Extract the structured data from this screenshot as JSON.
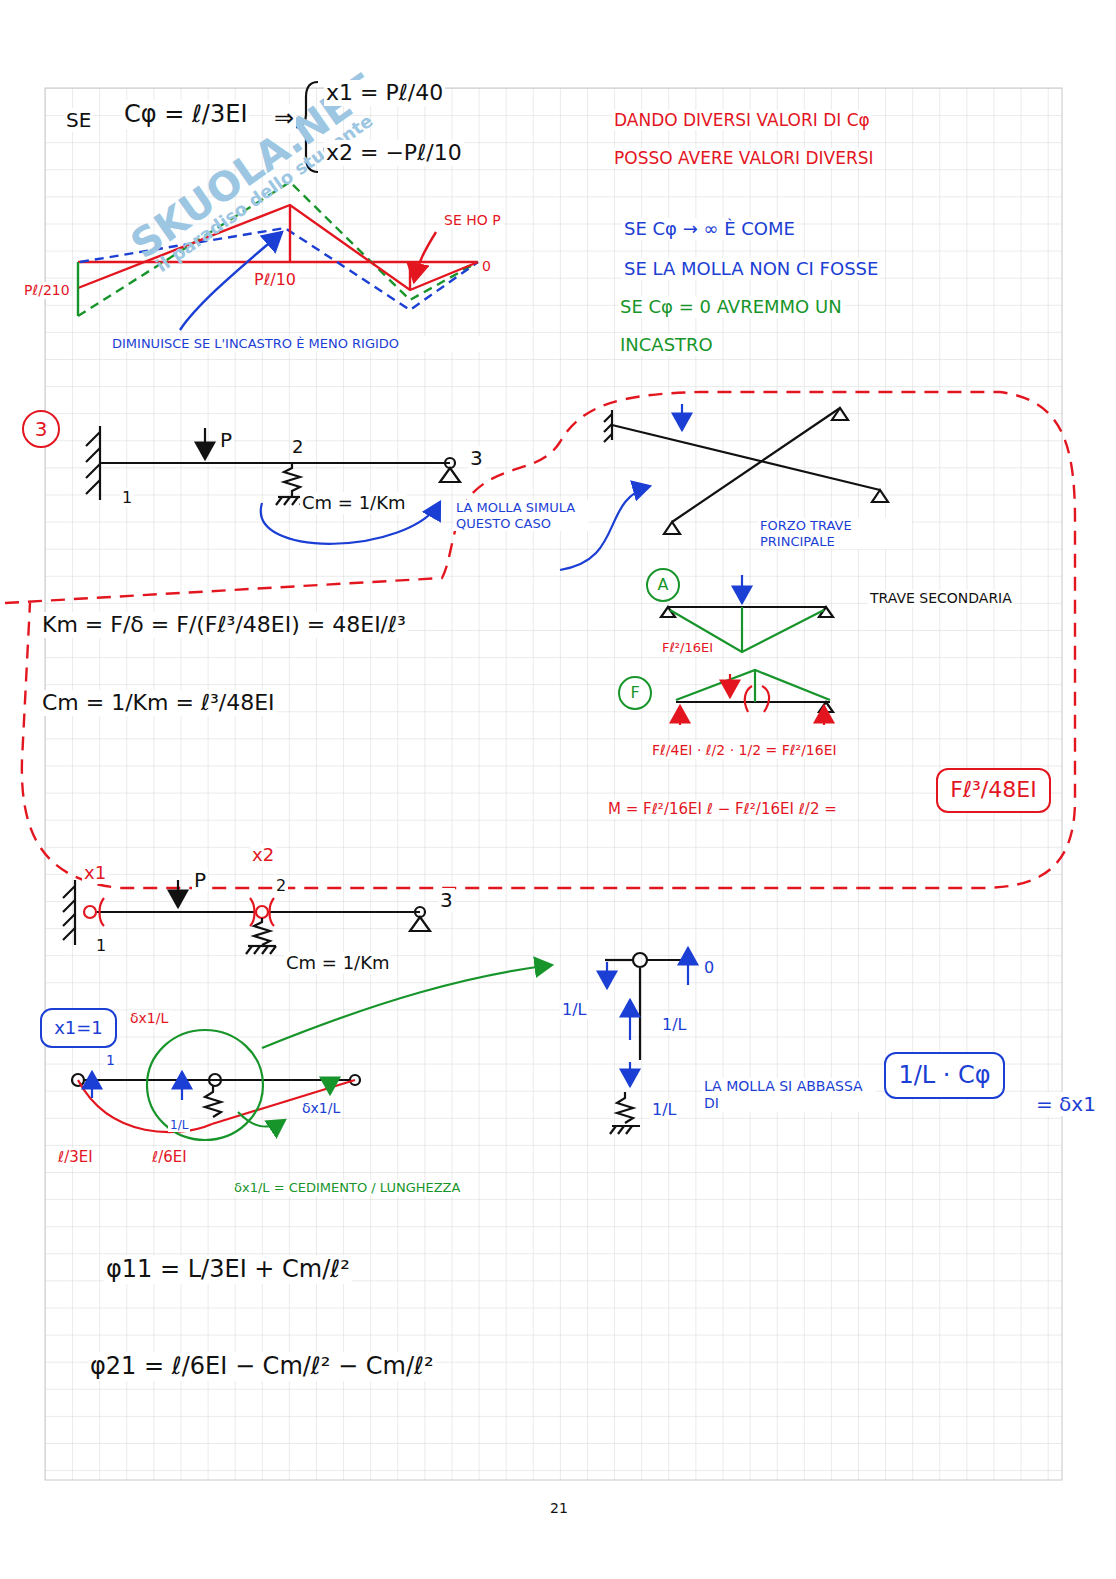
{
  "diagram": {
    "nodes": [
      {
        "text": [
          "3"
        ]
      },
      {
        "text": [
          "A"
        ]
      },
      {
        "text": [
          "F"
        ]
      },
      {
        "text": [
          "Fℓ³/48EI"
        ]
      },
      {
        "text": [
          "x1=1"
        ]
      },
      {
        "text": [
          "1/L · Cφ"
        ]
      }
    ],
    "labels": [
      "SE",
      "Cφ = ℓ/3EI",
      "⇒",
      "x1 = Pℓ/40",
      "x2 = −Pℓ/10",
      "DANDO DIVERSI VALORI DI Cφ",
      "POSSO AVERE VALORI DIVERSI",
      "SE Cφ → ∞ È COME",
      "SE LA MOLLA NON CI FOSSE",
      "SE Cφ = 0 AVREMMO UN",
      "INCASTRO",
      "Pℓ/210",
      "Pℓ/10",
      "SE HO P",
      "0",
      "DIMINUISCE SE L'INCASTRO È MENO RIGIDO",
      "P",
      "2",
      "3",
      "1",
      "Cm = 1/Km",
      "LA MOLLA SIMULA QUESTO CASO",
      "FORZO TRAVE PRINCIPALE",
      "TRAVE SECONDARIA",
      "Km = F/δ = F/(Fℓ³/48EI) = 48EI/ℓ³",
      "Cm = 1/Km = ℓ³/48EI",
      "Fℓ²/16EI",
      "Fℓ/4EI · ℓ/2 · 1/2 = Fℓ²/16EI",
      "M = Fℓ²/16EI ℓ − Fℓ²/16EI ℓ/2 =",
      "x1",
      "P",
      "x2",
      "2",
      "3",
      "1",
      "Cm = 1/Km",
      "1",
      "δx1/L",
      "1/L",
      "ℓ/3EI",
      "ℓ/6EI",
      "δx1/L",
      "δx1/L = CEDIMENTO / LUNGHEZZA",
      "1/L",
      "0",
      "1/L",
      "1/L",
      "LA MOLLA SI ABBASSA DI",
      "= δx1",
      "φ11 = L/3EI + Cm/ℓ²",
      "φ21 = ℓ/6EI − Cm/ℓ² − Cm/ℓ²",
      "21",
      "SKUOLA.NET",
      "il paradiso dello studente"
    ]
  }
}
